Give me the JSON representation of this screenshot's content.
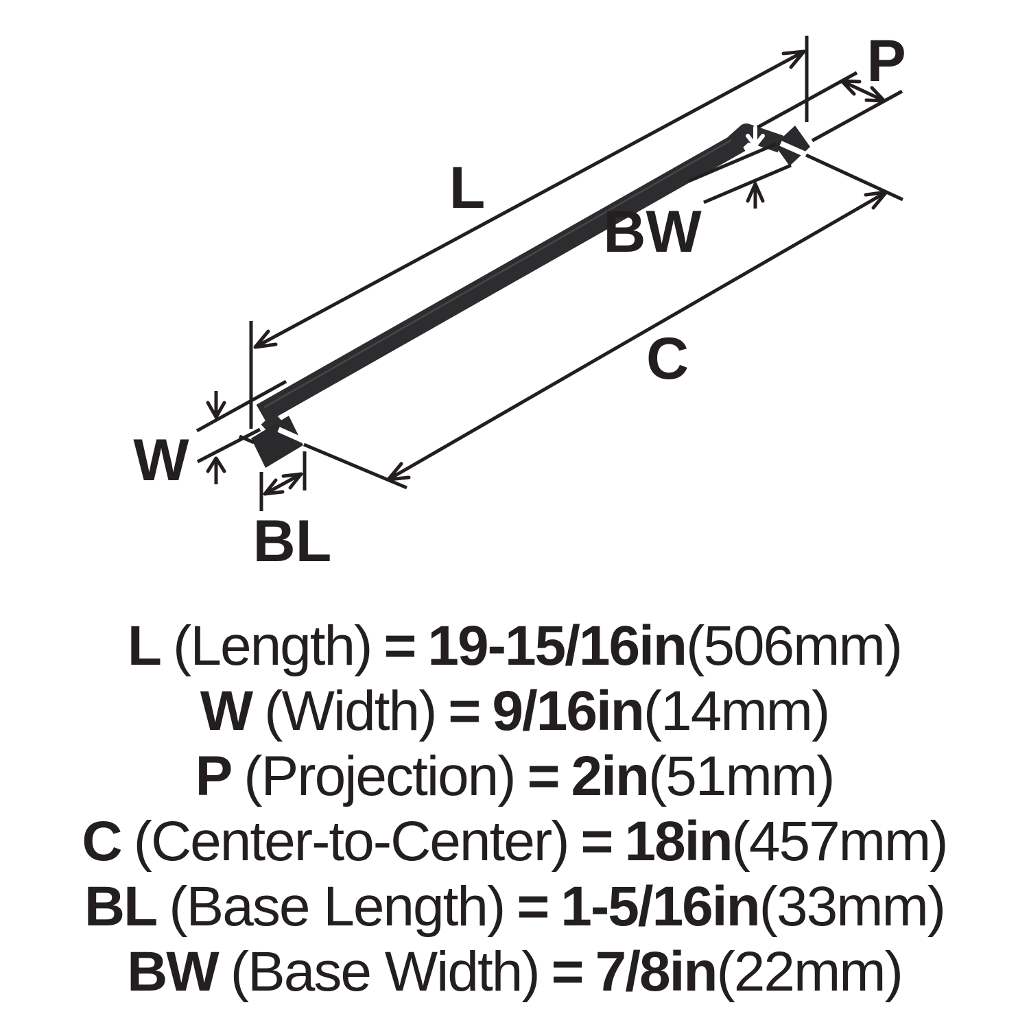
{
  "figure": {
    "labels": {
      "L": "L",
      "P": "P",
      "BW": "BW",
      "C": "C",
      "W": "W",
      "BL": "BL"
    }
  },
  "equals": "=",
  "specs": [
    {
      "code": "L",
      "name": "(Length)",
      "value": "19-15/16in",
      "metric": "(506mm)"
    },
    {
      "code": "W",
      "name": "(Width)",
      "value": "9/16in",
      "metric": "(14mm)"
    },
    {
      "code": "P",
      "name": "(Projection)",
      "value": "2in",
      "metric": "(51mm)"
    },
    {
      "code": "C",
      "name": "(Center-to-Center)",
      "value": "18in",
      "metric": "(457mm)"
    },
    {
      "code": "BL",
      "name": "(Base Length)",
      "value": "1-5/16in",
      "metric": "(33mm)"
    },
    {
      "code": "BW",
      "name": "(Base Width)",
      "value": "7/8in",
      "metric": "(22mm)"
    }
  ],
  "colors": {
    "ink": "#231f20",
    "handle": "#2d2d2f",
    "background": "#ffffff"
  }
}
